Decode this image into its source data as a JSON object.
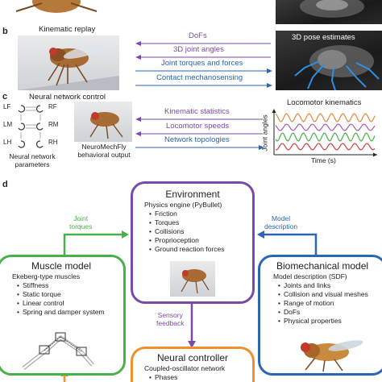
{
  "panel_b": {
    "letter": "b",
    "left_title": "Kinematic replay",
    "right_title": "3D pose estimates",
    "arrows": [
      {
        "label": "DoFs",
        "color": "#7a4aa8",
        "direction": "left"
      },
      {
        "label": "3D joint angles",
        "color": "#7a4aa8",
        "direction": "left"
      },
      {
        "label": "Joint torques and forces",
        "color": "#2a66b3",
        "direction": "right"
      },
      {
        "label": "Contact mechanosensing",
        "color": "#2a66b3",
        "direction": "right"
      }
    ]
  },
  "panel_c": {
    "letter": "c",
    "title": "Neural network control",
    "params_caption": "Neural network parameters",
    "legs": [
      "LF",
      "RF",
      "LM",
      "RM",
      "LH",
      "RH"
    ],
    "output_caption": "NeuroMechFly behavioral output",
    "arrows": [
      {
        "label": "Kinematic statistics",
        "color": "#7a4aa8",
        "direction": "left"
      },
      {
        "label": "Locomotor speeds",
        "color": "#7a4aa8",
        "direction": "left"
      },
      {
        "label": "Network topologies",
        "color": "#2a66b3",
        "direction": "right"
      }
    ],
    "plot_title": "Locomotor kinematics",
    "plot_ylabel": "Joint angles",
    "plot_xlabel": "Time (s)",
    "trace_colors": [
      "#e0893a",
      "#a85ab8",
      "#4ab04a",
      "#d23b3b"
    ]
  },
  "panel_d": {
    "letter": "d",
    "environment": {
      "title": "Environment",
      "subtitle": "Physics engine (PyBullet)",
      "items": [
        "Friction",
        "Torques",
        "Collisions",
        "Proprioception",
        "Ground reaction forces"
      ],
      "color": "#7a4aa8"
    },
    "muscle": {
      "title": "Muscle model",
      "subtitle": "Ekeberg-type muscles",
      "items": [
        "Stiffness",
        "Static torque",
        "Linear control",
        "Spring and damper system"
      ],
      "color": "#4ab04a"
    },
    "biomech": {
      "title": "Biomechanical model",
      "subtitle": "Model description (SDF)",
      "items": [
        "Joints and links",
        "Collision and visual meshes",
        "Range of motion",
        "DoFs",
        "Physical properties"
      ],
      "color": "#2a66b3"
    },
    "neural": {
      "title": "Neural controller",
      "subtitle": "Coupled-oscillator network",
      "items": [
        "Phases"
      ],
      "color": "#f0902a"
    },
    "joint_torques_label": [
      "Joint",
      "torques"
    ],
    "model_description_label": [
      "Model",
      "description"
    ],
    "sensory_feedback_label": [
      "Sensory",
      "feedback"
    ]
  }
}
